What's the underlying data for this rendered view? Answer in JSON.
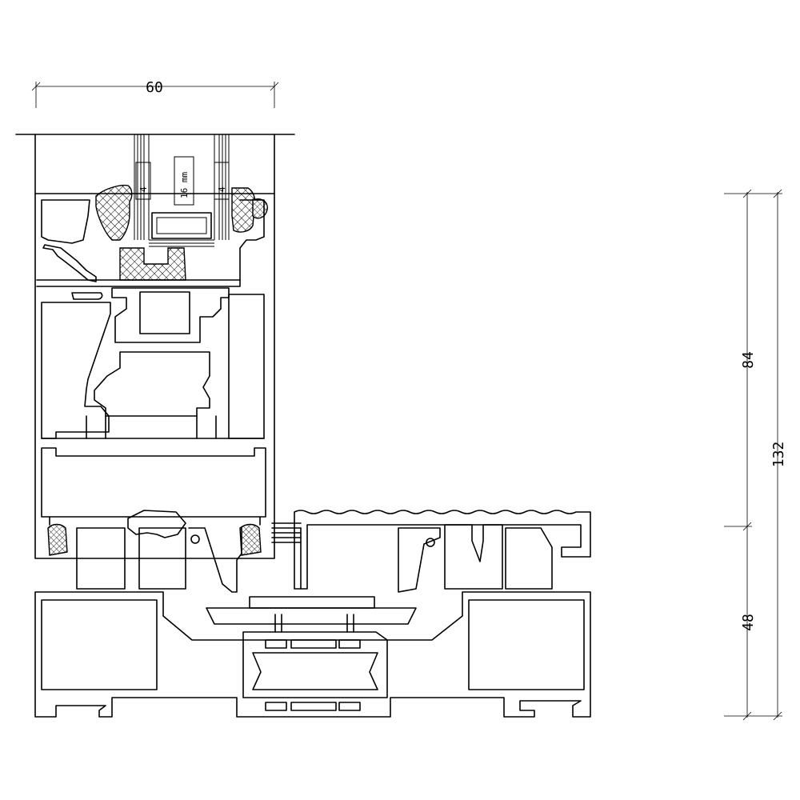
{
  "dimensions": {
    "frame_width": "60",
    "sash_height": "84",
    "total_height": "132",
    "base_height": "48"
  },
  "glazing": {
    "glass_pane_left": "4",
    "cavity": "16 mm",
    "glass_pane_right": "4"
  }
}
